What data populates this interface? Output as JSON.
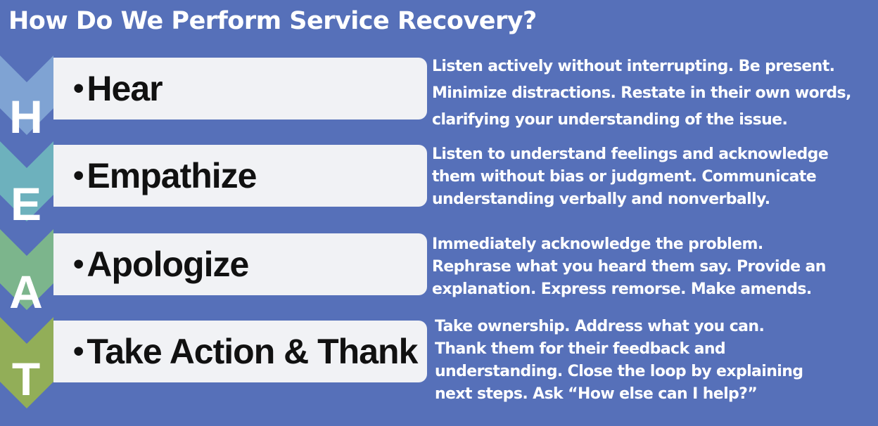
{
  "title": "How Do We Perform Service Recovery?",
  "colors": {
    "background": "#5670b9",
    "chevron_h": "#7fa3d3",
    "chevron_e": "#6db1bd",
    "chevron_a": "#7cb58c",
    "chevron_t": "#92ae58",
    "box": "#f1f2f5"
  },
  "steps": [
    {
      "letter": "H",
      "bullet": "•",
      "label": "Hear",
      "description": [
        "Listen actively without interrupting. Be present.",
        "Minimize distractions. Restate in their own words,",
        "clarifying your understanding of the issue."
      ]
    },
    {
      "letter": "E",
      "bullet": "•",
      "label": "Empathize",
      "description": [
        "Listen to understand feelings and acknowledge",
        "them without bias or judgment. Communicate",
        "understanding verbally and nonverbally."
      ]
    },
    {
      "letter": "A",
      "bullet": "•",
      "label": "Apologize",
      "description": [
        "Immediately acknowledge the problem.",
        "Rephrase what you heard them say. Provide an",
        "explanation.  Express remorse. Make amends."
      ]
    },
    {
      "letter": "T",
      "bullet": "•",
      "label": "Take Action & Thank",
      "description": [
        "Take ownership. Address what you can.",
        "Thank them for their feedback and",
        "understanding.  Close the loop by explaining",
        "next steps. Ask “How else can I help?”"
      ]
    }
  ]
}
